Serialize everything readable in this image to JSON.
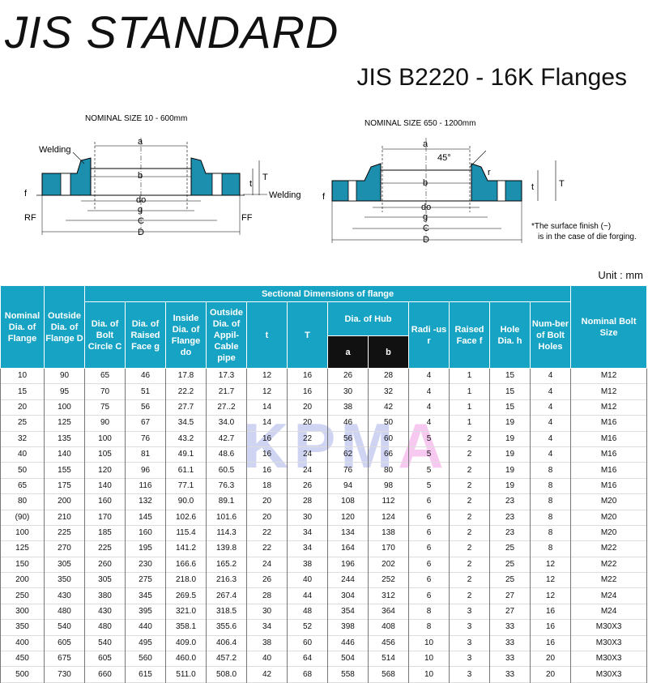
{
  "title": "JIS STANDARD",
  "subtitle": "JIS B2220 - 16K Flanges",
  "unit": "Unit : mm",
  "watermark": {
    "main": "KPM",
    "accent": "A"
  },
  "diagram_left": {
    "caption": "NOMINAL SIZE 10 - 600mm",
    "labels": {
      "welding_top": "Welding",
      "welding_right": "Welding",
      "a": "a",
      "b": "b",
      "do": "do",
      "g": "g",
      "C": "C",
      "D": "D",
      "t": "t",
      "T": "T",
      "f": "f",
      "RF": "RF",
      "FF": "FF"
    }
  },
  "diagram_right": {
    "caption": "NOMINAL SIZE 650 - 1200mm",
    "labels": {
      "a": "a",
      "b": "b",
      "do": "do",
      "g": "g",
      "C": "C",
      "D": "D",
      "t": "t",
      "T": "T",
      "f": "f",
      "r": "r",
      "angle": "45°"
    },
    "note_line1": "*The surface finish (~)",
    "note_line2": "is in the case of die forging."
  },
  "table": {
    "headers": {
      "nominal": "Nominal Dia. of Flange",
      "outside": "Outside Dia. of Flange D",
      "sectional": "Sectional Dimensions of flange",
      "bolt_circle": "Dia. of Bolt Circle C",
      "raised_face": "Dia. of Raised Face g",
      "inside": "Inside Dia. of Flange do",
      "appil": "Outside Dia. of Appil-Cable pipe",
      "t": "t",
      "T": "T",
      "hub": "Dia. of Hub",
      "a": "a",
      "b": "b",
      "radius": "Radi -us r",
      "raised_f": "Raised Face f",
      "hole": "Hole Dia. h",
      "num_holes": "Num-ber of Bolt Holes",
      "bolt_size": "Nominal Bolt Size"
    },
    "rows": [
      [
        "10",
        "90",
        "65",
        "46",
        "17.8",
        "17.3",
        "12",
        "16",
        "26",
        "28",
        "4",
        "1",
        "15",
        "4",
        "M12"
      ],
      [
        "15",
        "95",
        "70",
        "51",
        "22.2",
        "21.7",
        "12",
        "16",
        "30",
        "32",
        "4",
        "1",
        "15",
        "4",
        "M12"
      ],
      [
        "20",
        "100",
        "75",
        "56",
        "27.7",
        "27..2",
        "14",
        "20",
        "38",
        "42",
        "4",
        "1",
        "15",
        "4",
        "M12"
      ],
      [
        "25",
        "125",
        "90",
        "67",
        "34.5",
        "34.0",
        "14",
        "20",
        "46",
        "50",
        "4",
        "1",
        "19",
        "4",
        "M16"
      ],
      [
        "32",
        "135",
        "100",
        "76",
        "43.2",
        "42.7",
        "16",
        "22",
        "56",
        "60",
        "5",
        "2",
        "19",
        "4",
        "M16"
      ],
      [
        "40",
        "140",
        "105",
        "81",
        "49.1",
        "48.6",
        "16",
        "24",
        "62",
        "66",
        "5",
        "2",
        "19",
        "4",
        "M16"
      ],
      [
        "50",
        "155",
        "120",
        "96",
        "61.1",
        "60.5",
        "16",
        "24",
        "76",
        "80",
        "5",
        "2",
        "19",
        "8",
        "M16"
      ],
      [
        "65",
        "175",
        "140",
        "116",
        "77.1",
        "76.3",
        "18",
        "26",
        "94",
        "98",
        "5",
        "2",
        "19",
        "8",
        "M16"
      ],
      [
        "80",
        "200",
        "160",
        "132",
        "90.0",
        "89.1",
        "20",
        "28",
        "108",
        "112",
        "6",
        "2",
        "23",
        "8",
        "M20"
      ],
      [
        "(90)",
        "210",
        "170",
        "145",
        "102.6",
        "101.6",
        "20",
        "30",
        "120",
        "124",
        "6",
        "2",
        "23",
        "8",
        "M20"
      ],
      [
        "100",
        "225",
        "185",
        "160",
        "115.4",
        "114.3",
        "22",
        "34",
        "134",
        "138",
        "6",
        "2",
        "23",
        "8",
        "M20"
      ],
      [
        "125",
        "270",
        "225",
        "195",
        "141.2",
        "139.8",
        "22",
        "34",
        "164",
        "170",
        "6",
        "2",
        "25",
        "8",
        "M22"
      ],
      [
        "150",
        "305",
        "260",
        "230",
        "166.6",
        "165.2",
        "24",
        "38",
        "196",
        "202",
        "6",
        "2",
        "25",
        "12",
        "M22"
      ],
      [
        "200",
        "350",
        "305",
        "275",
        "218.0",
        "216.3",
        "26",
        "40",
        "244",
        "252",
        "6",
        "2",
        "25",
        "12",
        "M22"
      ],
      [
        "250",
        "430",
        "380",
        "345",
        "269.5",
        "267.4",
        "28",
        "44",
        "304",
        "312",
        "6",
        "2",
        "27",
        "12",
        "M24"
      ],
      [
        "300",
        "480",
        "430",
        "395",
        "321.0",
        "318.5",
        "30",
        "48",
        "354",
        "364",
        "8",
        "3",
        "27",
        "16",
        "M24"
      ],
      [
        "350",
        "540",
        "480",
        "440",
        "358.1",
        "355.6",
        "34",
        "52",
        "398",
        "408",
        "8",
        "3",
        "33",
        "16",
        "M30X3"
      ],
      [
        "400",
        "605",
        "540",
        "495",
        "409.0",
        "406.4",
        "38",
        "60",
        "446",
        "456",
        "10",
        "3",
        "33",
        "16",
        "M30X3"
      ],
      [
        "450",
        "675",
        "605",
        "560",
        "460.0",
        "457.2",
        "40",
        "64",
        "504",
        "514",
        "10",
        "3",
        "33",
        "20",
        "M30X3"
      ],
      [
        "500",
        "730",
        "660",
        "615",
        "511.0",
        "508.0",
        "42",
        "68",
        "558",
        "568",
        "10",
        "3",
        "33",
        "20",
        "M30X3"
      ]
    ]
  }
}
